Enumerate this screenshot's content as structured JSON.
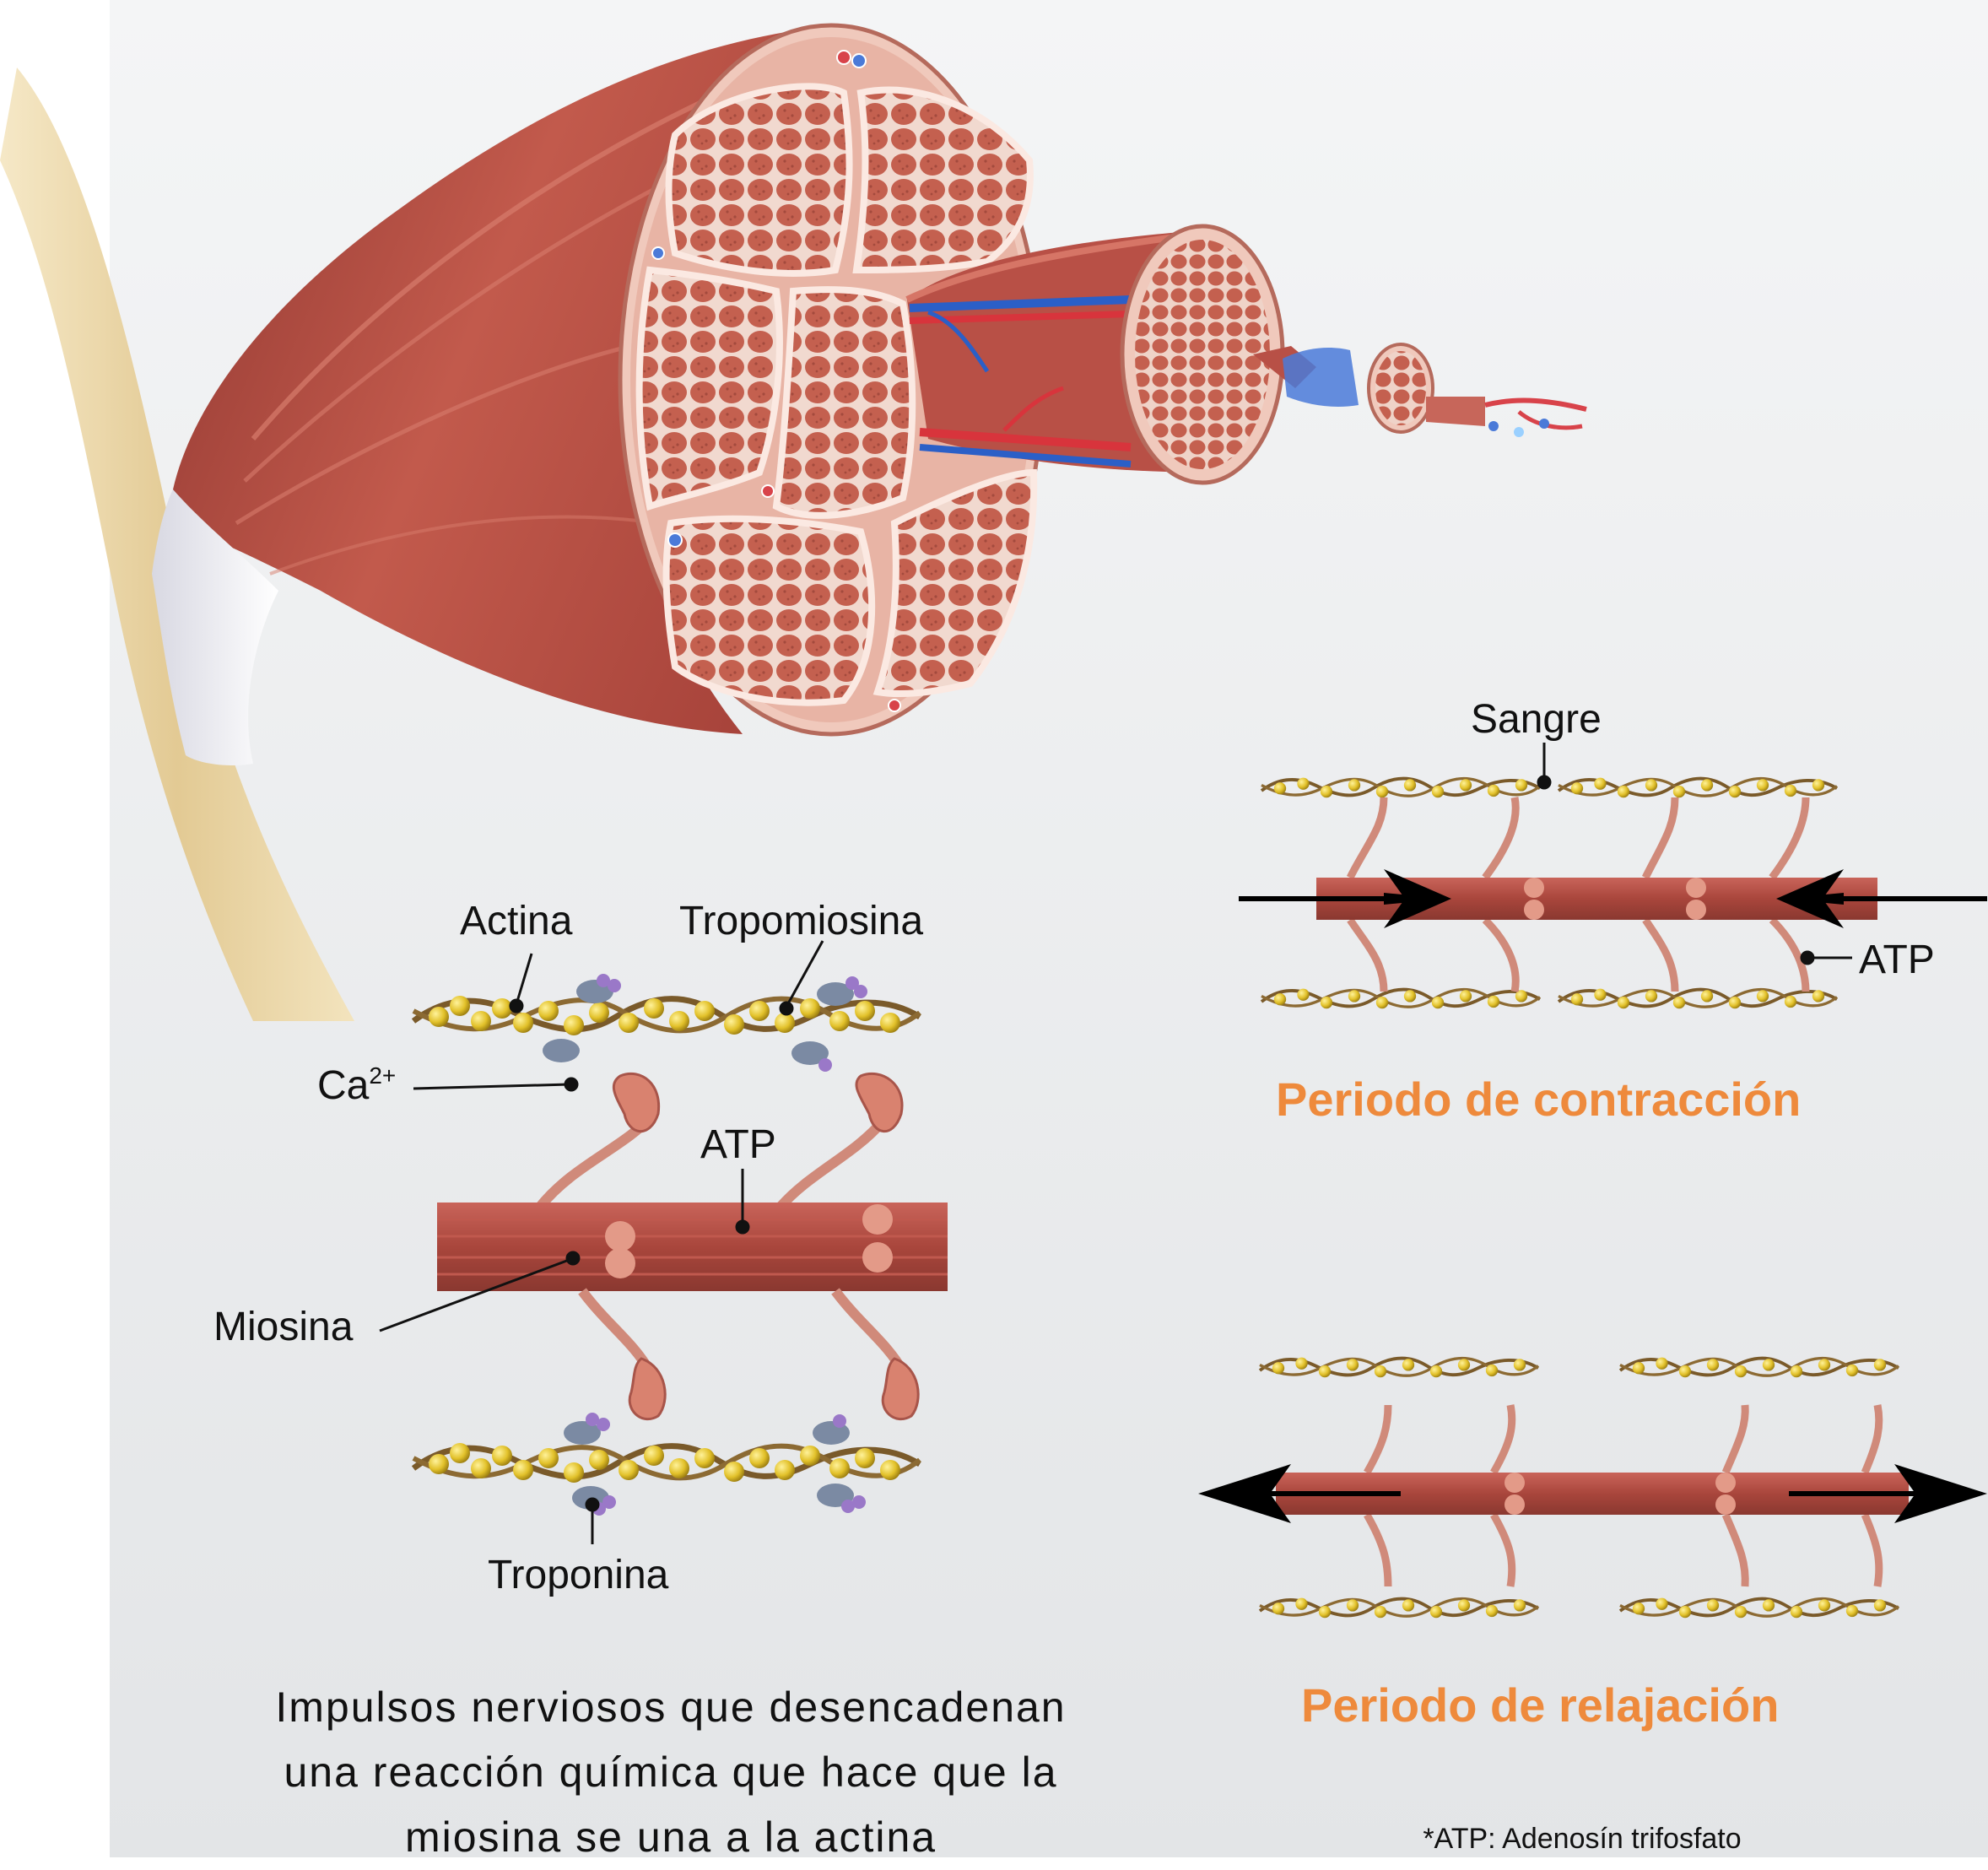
{
  "labels": {
    "actina": "Actina",
    "tropomiosina": "Tropomiosina",
    "calcium": "Ca",
    "calcium_sup": "2+",
    "atp": "ATP",
    "miosina": "Miosina",
    "troponina": "Troponina",
    "sangre": "Sangre",
    "atp_right": "ATP"
  },
  "titles": {
    "contraction": "Periodo de contracción",
    "relaxation": "Periodo de relajación"
  },
  "caption": {
    "line1": "Impulsos nerviosos que desencadenan",
    "line2": "una reacción química que hace que la",
    "line3": "miosina se una a la actina"
  },
  "footnote": "*ATP: Adenosín trifosfato",
  "colors": {
    "background": "#e6e8ea",
    "muscle": "#b84a40",
    "fascicle": "#c7665a",
    "actin": "#e2c12a",
    "myosin": "#a9463c",
    "title_orange": "#ee8a3c"
  }
}
